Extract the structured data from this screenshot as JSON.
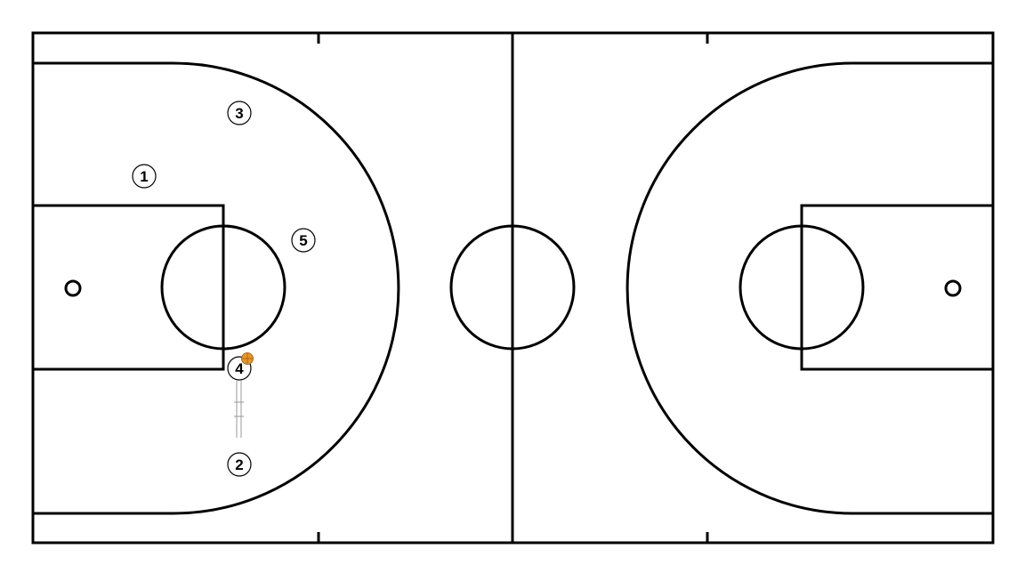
{
  "colors": {
    "background": "#ffffff",
    "line": "#000000",
    "ball": "#e8962a",
    "ball_seam": "#9a5a10",
    "dribble_path": "#9a9a9a"
  },
  "court": {
    "surface": "blank",
    "orientation": "horizontal"
  },
  "players": [
    {
      "id": "player-1",
      "label": "1"
    },
    {
      "id": "player-2",
      "label": "2"
    },
    {
      "id": "player-3",
      "label": "3"
    },
    {
      "id": "player-4",
      "label": "4",
      "has_ball": true
    },
    {
      "id": "player-5",
      "label": "5"
    }
  ],
  "ball": {
    "holder": "4",
    "icon": "basketball-icon"
  },
  "movement": {
    "type": "dribble",
    "player": "4",
    "direction": "toward-player-4"
  }
}
